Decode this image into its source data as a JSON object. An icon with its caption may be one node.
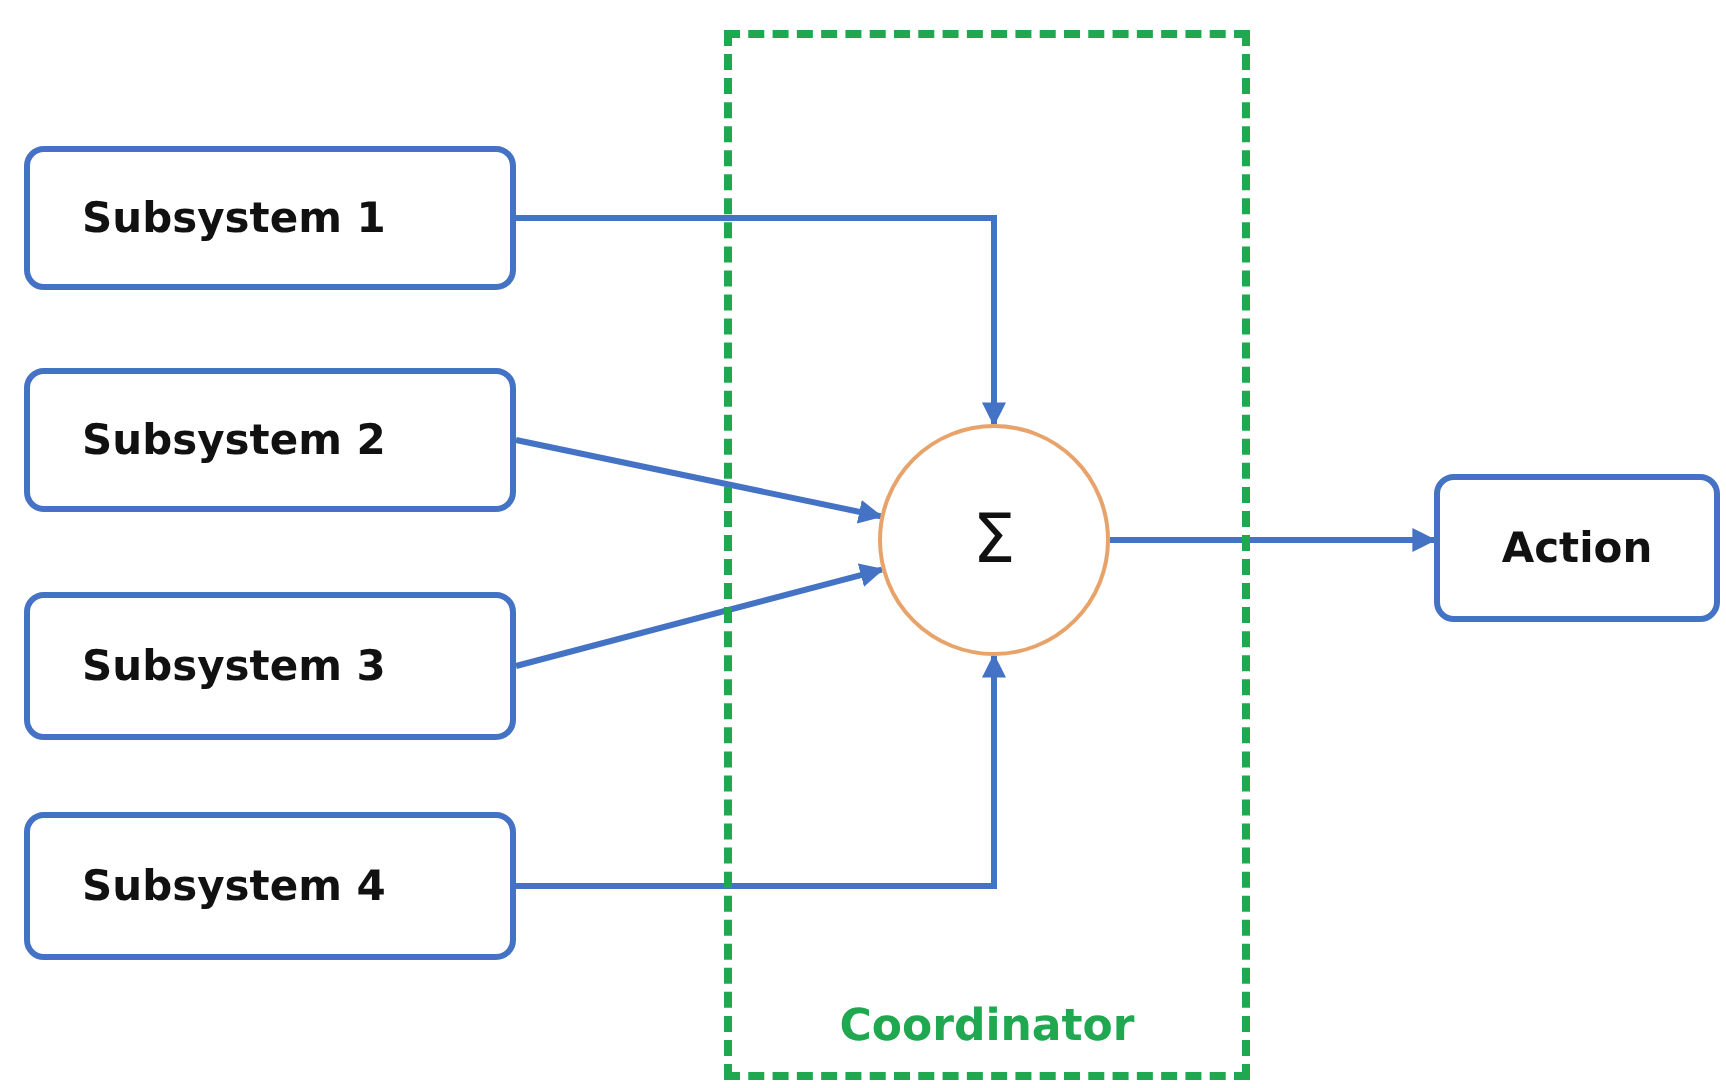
{
  "diagram": {
    "nodes": [
      {
        "text": [
          "Coordinator"
        ]
      },
      {
        "text": [
          "Σ"
        ],
        "in": 0
      },
      {
        "text": [
          "Subsystem 1"
        ]
      },
      {
        "text": [
          "Subsystem 2"
        ]
      },
      {
        "text": [
          "Subsystem 3"
        ]
      },
      {
        "text": [
          "Subsystem 4"
        ]
      },
      {
        "text": [
          "Action"
        ]
      }
    ],
    "edges": [
      {
        "from": 2,
        "to": 1,
        "arrow": "to"
      },
      {
        "from": 3,
        "to": 1,
        "arrow": "to"
      },
      {
        "from": 4,
        "to": 1,
        "arrow": "to"
      },
      {
        "from": 5,
        "to": 1,
        "arrow": "to"
      },
      {
        "from": 1,
        "to": 6,
        "arrow": "to"
      }
    ]
  }
}
